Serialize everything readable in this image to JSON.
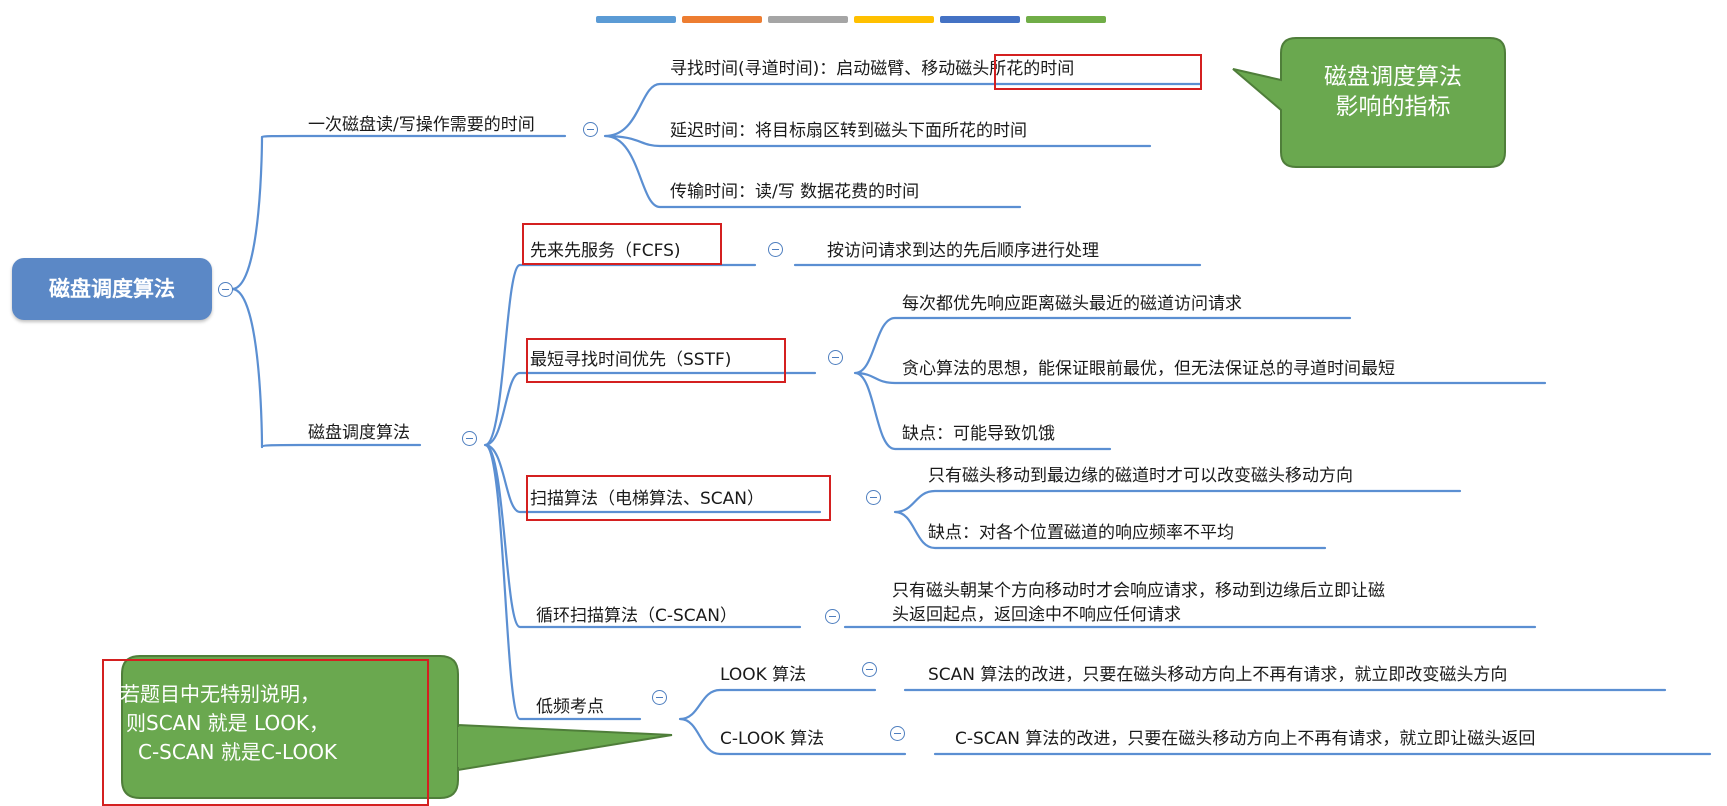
{
  "colors": {
    "branch": "#5b8fd2",
    "root_fill": "#5b88c6",
    "callout_fill": "#6aa84f",
    "highlight": "#d42020",
    "strip": [
      "#5b9bd5",
      "#ed7d31",
      "#a5a5a5",
      "#ffc000",
      "#4472c4",
      "#70ad47"
    ]
  },
  "root": {
    "label": "磁盘调度算法"
  },
  "time_branch": {
    "label": "一次磁盘读/写操作需要的时间",
    "items": [
      {
        "text": "寻找时间(寻道时间)：启动磁臂、移动磁头所花的时间"
      },
      {
        "text": "延迟时间：将目标扇区转到磁头下面所花的时间"
      },
      {
        "text": "传输时间：读/写 数据花费的时间"
      }
    ]
  },
  "algo_branch": {
    "label": "磁盘调度算法",
    "fcfs": {
      "label": "先来先服务（FCFS)",
      "items": [
        "按访问请求到达的先后顺序进行处理"
      ]
    },
    "sstf": {
      "label": "最短寻找时间优先（SSTF)",
      "items": [
        "每次都优先响应距离磁头最近的磁道访问请求",
        "贪心算法的思想，能保证眼前最优，但无法保证总的寻道时间最短",
        "缺点：可能导致饥饿"
      ]
    },
    "scan": {
      "label": "扫描算法（电梯算法、SCAN）",
      "items": [
        "只有磁头移动到最边缘的磁道时才可以改变磁头移动方向",
        "缺点：对各个位置磁道的响应频率不平均"
      ]
    },
    "cscan": {
      "label": "循环扫描算法（C-SCAN）",
      "lines": [
        "只有磁头朝某个方向移动时才会响应请求，移动到边缘后立即让磁",
        "头返回起点，返回途中不响应任何请求"
      ]
    },
    "lowfreq": {
      "label": "低频考点",
      "look": {
        "label": "LOOK 算法",
        "text": "SCAN 算法的改进，只要在磁头移动方向上不再有请求，就立即改变磁头方向"
      },
      "clook": {
        "label": "C-LOOK 算法",
        "text": "C-SCAN 算法的改进，只要在磁头移动方向上不再有请求，就立即让磁头返回"
      }
    }
  },
  "callouts": {
    "top": {
      "lines": [
        "磁盘调度算法",
        "影响的指标"
      ]
    },
    "bottom": {
      "lines": [
        "若题目中无特别说明，",
        "则SCAN 就是 LOOK，",
        "C-SCAN 就是C-LOOK"
      ]
    }
  }
}
